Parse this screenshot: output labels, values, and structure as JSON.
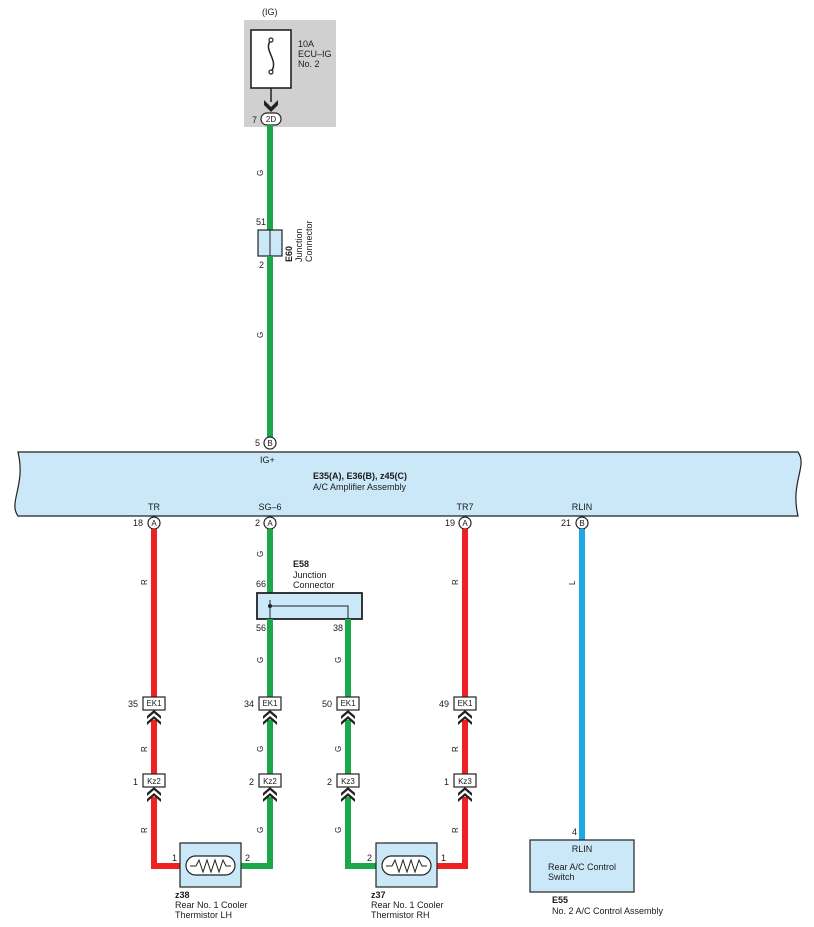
{
  "fuse": {
    "power_label": "(IG)",
    "rating": "10A",
    "name": "ECU–IG",
    "number": "No. 2",
    "pin": "7",
    "connector": "2D"
  },
  "wire_colors": {
    "G": "#1aa84b",
    "R": "#ee2222",
    "L": "#1ea8e6"
  },
  "junction_e60": {
    "code": "E60",
    "label1": "Junction",
    "label2": "Connector",
    "pin_top": "51",
    "pin_bottom": "2"
  },
  "wire_labels": {
    "g": "G",
    "r": "R",
    "l": "L"
  },
  "amplifier": {
    "codes": "E35(A), E36(B), z45(C)",
    "name": "A/C Amplifier Assembly",
    "in_pin": "5",
    "in_conn": "B",
    "in_term": "IG+",
    "fill": "#cbe8f8",
    "terms": [
      {
        "name": "TR",
        "pin": "18",
        "conn": "A"
      },
      {
        "name": "SG–6",
        "pin": "2",
        "conn": "A"
      },
      {
        "name": "TR7",
        "pin": "19",
        "conn": "A"
      },
      {
        "name": "RLIN",
        "pin": "21",
        "conn": "B"
      }
    ]
  },
  "junction_e58": {
    "code": "E58",
    "label1": "Junction",
    "label2": "Connector",
    "pin_top": "66",
    "pin_left": "56",
    "pin_right": "38"
  },
  "ek1": [
    {
      "pin": "35",
      "name": "EK1"
    },
    {
      "pin": "34",
      "name": "EK1"
    },
    {
      "pin": "50",
      "name": "EK1"
    },
    {
      "pin": "49",
      "name": "EK1"
    }
  ],
  "kz": [
    {
      "pin": "1",
      "name": "Kz2"
    },
    {
      "pin": "2",
      "name": "Kz2"
    },
    {
      "pin": "2",
      "name": "Kz3"
    },
    {
      "pin": "1",
      "name": "Kz3"
    }
  ],
  "thermistor_lh": {
    "code": "z38",
    "line1": "Rear No. 1 Cooler",
    "line2": "Thermistor LH",
    "pin_left": "1",
    "pin_right": "2"
  },
  "thermistor_rh": {
    "code": "z37",
    "line1": "Rear No. 1 Cooler",
    "line2": "Thermistor RH",
    "pin_left": "2",
    "pin_right": "1"
  },
  "control_switch": {
    "pin": "4",
    "term": "RLIN",
    "line1": "Rear A/C Control",
    "line2": "Switch",
    "code": "E55",
    "assembly": "No. 2 A/C Control Assembly"
  }
}
